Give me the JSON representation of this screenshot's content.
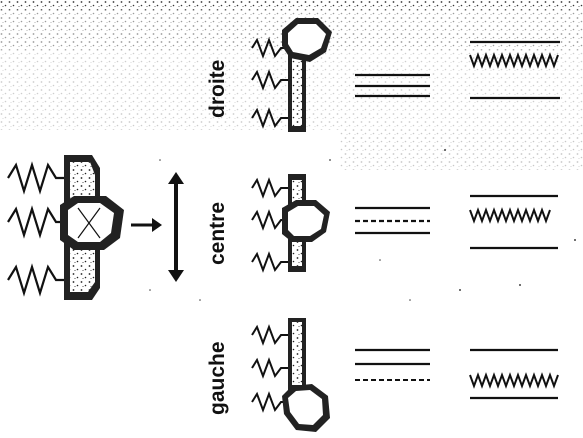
{
  "labels": {
    "right": "droite",
    "center": "centre",
    "left": "gauche"
  },
  "colors": {
    "ink": "#111111",
    "paper": "#ffffff",
    "noise": "#555555"
  }
}
